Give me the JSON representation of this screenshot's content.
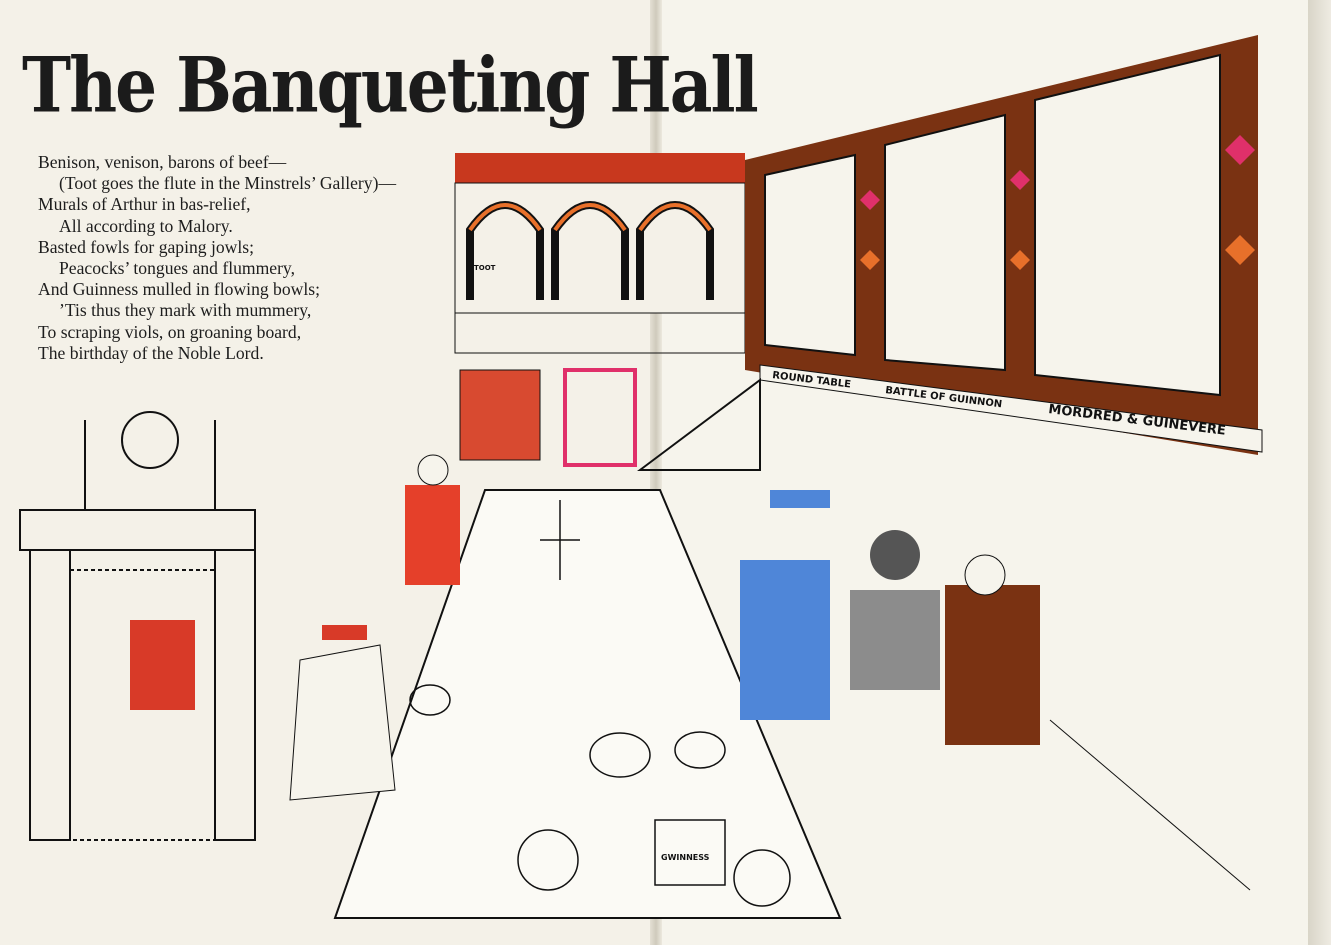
{
  "title": "The Banqueting Hall",
  "poem": [
    {
      "text": "Benison, venison, barons of beef—",
      "indent": false
    },
    {
      "text": "(Toot goes the flute in the Minstrels’ Gallery)—",
      "indent": true
    },
    {
      "text": "Murals of Arthur in bas-relief,",
      "indent": false
    },
    {
      "text": "All according to Malory.",
      "indent": true
    },
    {
      "text": "Basted fowls for gaping jowls;",
      "indent": false
    },
    {
      "text": "Peacocks’ tongues and flummery,",
      "indent": true
    },
    {
      "text": "And Guinness mulled in flowing bowls;",
      "indent": false
    },
    {
      "text": "’Tis thus they mark with mummery,",
      "indent": true
    },
    {
      "text": "To scraping viols, on groaning board,",
      "indent": false
    },
    {
      "text": "The birthday of the Noble Lord.",
      "indent": false
    }
  ],
  "illustration": {
    "minstrel_label": "TOOT",
    "mural_captions": [
      "ROUND TABLE",
      "BATTLE OF GUINNON",
      "MORDRED & GUINEVERE"
    ],
    "mug_label": "GWINNESS"
  },
  "colors": {
    "orange": "#e8702a",
    "pink": "#e0306a",
    "brown": "#7a3212",
    "blue": "#4f86d8",
    "red": "#d83a28"
  }
}
